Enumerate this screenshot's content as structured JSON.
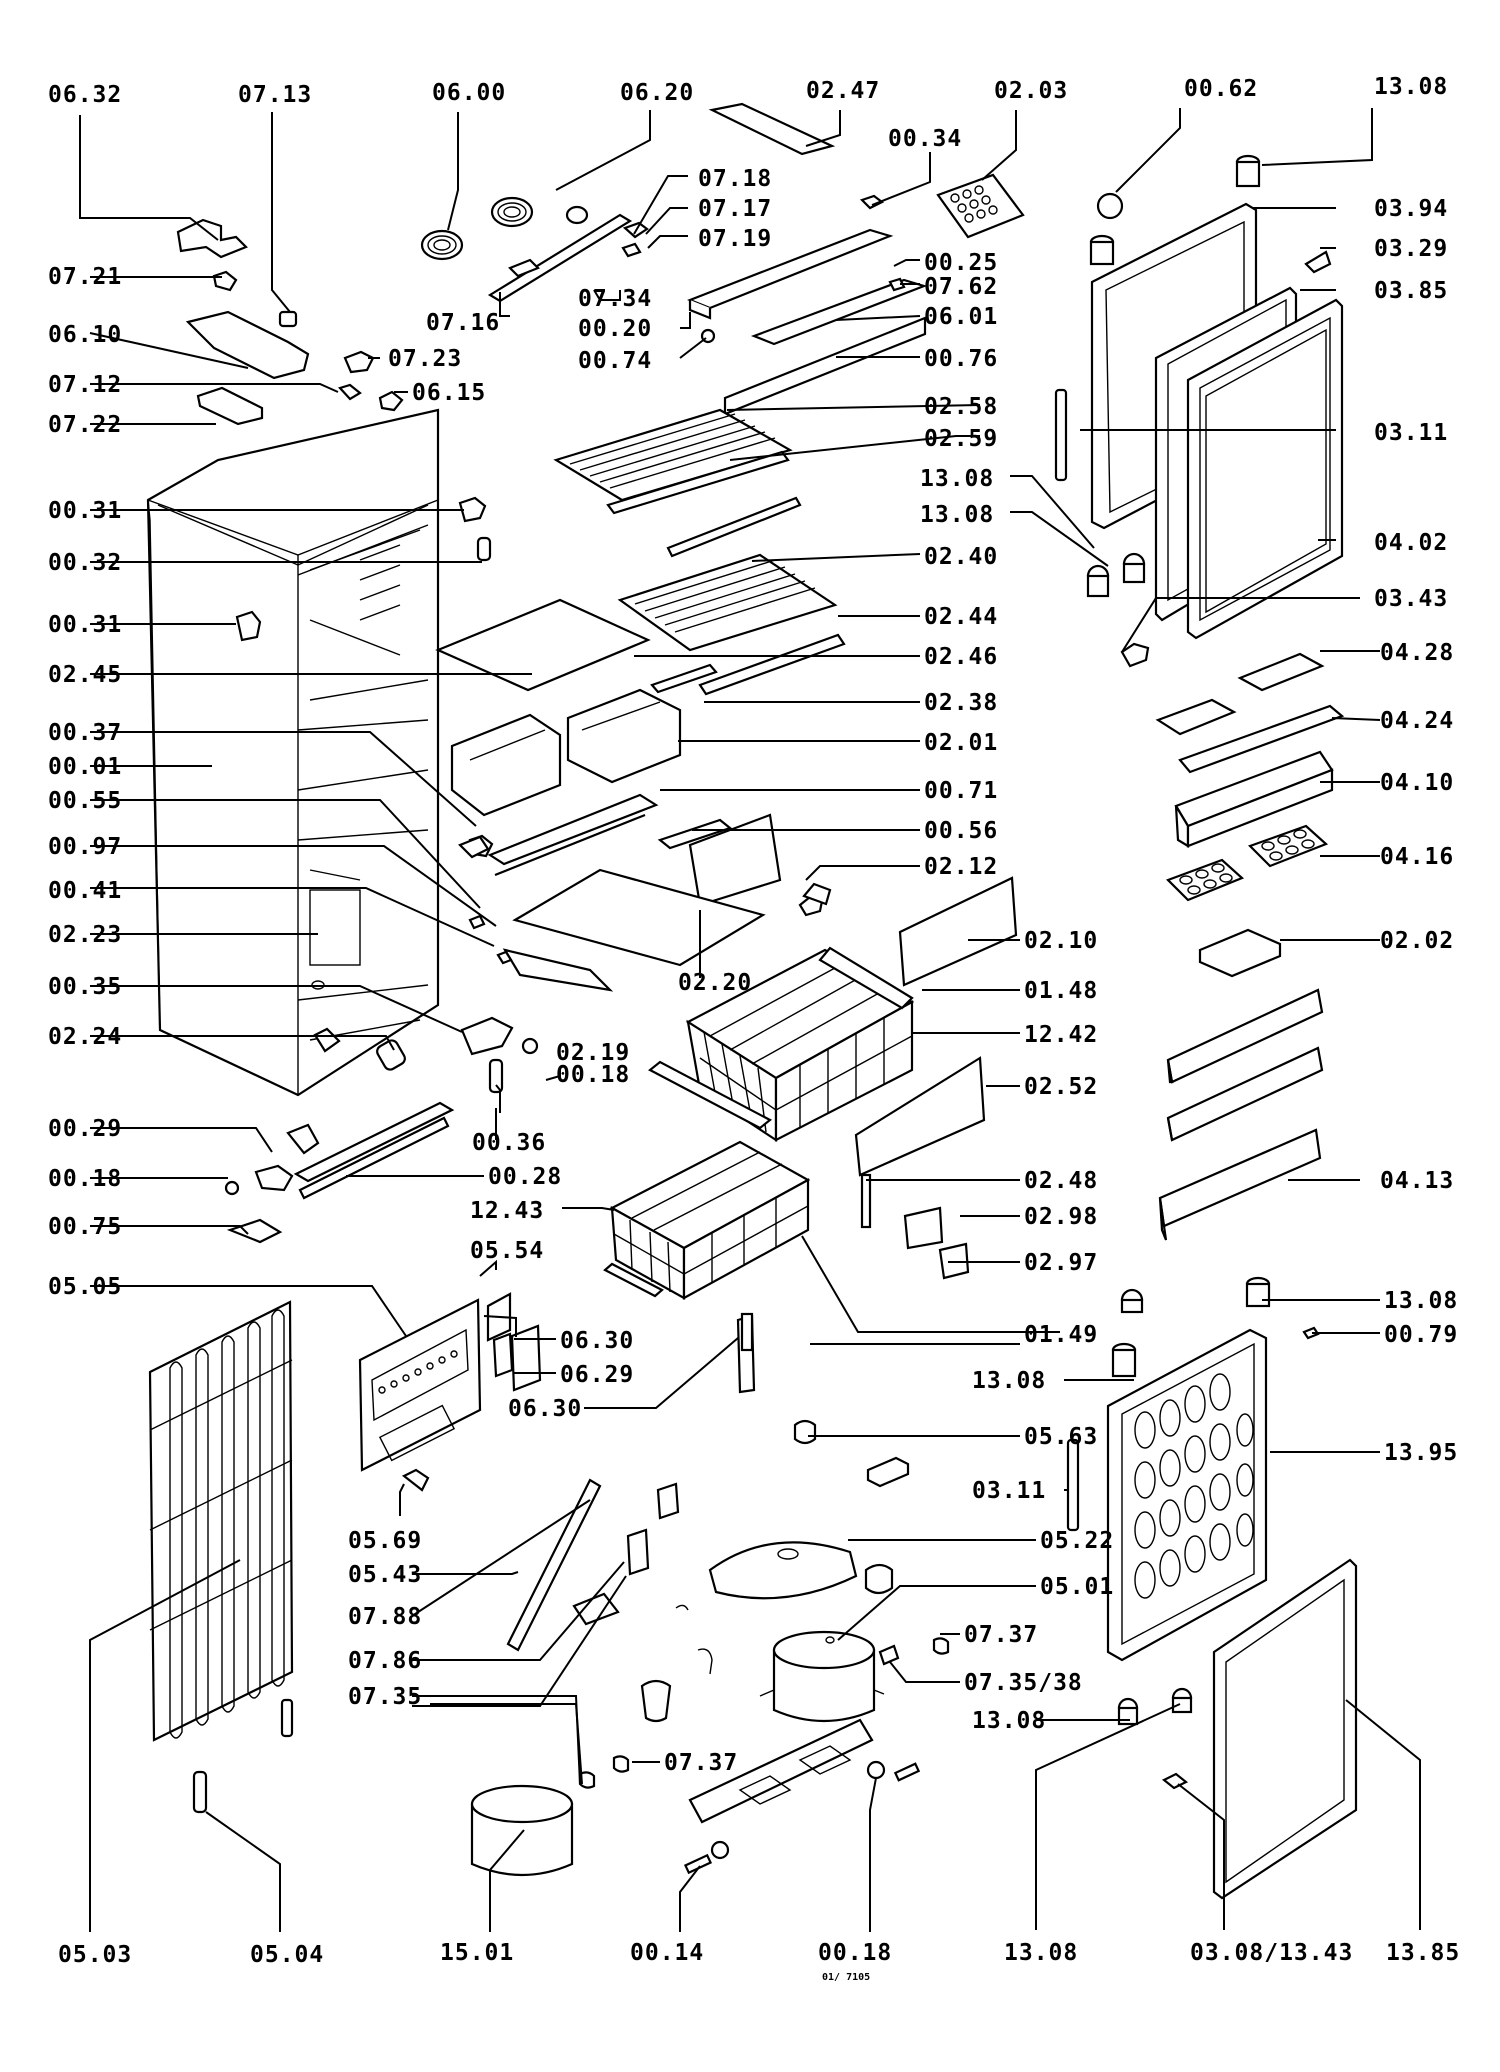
{
  "labels": {
    "l0632": "06.32",
    "l0713": "07.13",
    "l0600": "06.00",
    "l0620": "06.20",
    "l0247": "02.47",
    "l0203": "02.03",
    "l0062": "00.62",
    "l1308a": "13.08",
    "l0034": "00.34",
    "l0718": "07.18",
    "l0717": "07.17",
    "l0719": "07.19",
    "l0394": "03.94",
    "l0329": "03.29",
    "l0385": "03.85",
    "l0721": "07.21",
    "l0025": "00.25",
    "l0762": "07.62",
    "l0734": "07.34",
    "l0716": "07.16",
    "l0020": "00.20",
    "l0601": "06.01",
    "l0610": "06.10",
    "l0074": "00.74",
    "l0723": "07.23",
    "l0076": "00.76",
    "l0712": "07.12",
    "l0615": "06.15",
    "l0722": "07.22",
    "l0258": "02.58",
    "l0259": "02.59",
    "l0311a": "03.11",
    "l1308b": "13.08",
    "l1308c": "13.08",
    "l0031a": "00.31",
    "l0032": "00.32",
    "l0240": "02.40",
    "l0402": "04.02",
    "l0031b": "00.31",
    "l0244": "02.44",
    "l0343": "03.43",
    "l0246": "02.46",
    "l0245": "02.45",
    "l0428": "04.28",
    "l0238": "02.38",
    "l0424": "04.24",
    "l0037": "00.37",
    "l0201": "02.01",
    "l0001": "00.01",
    "l0410": "04.10",
    "l0071": "00.71",
    "l0055": "00.55",
    "l0056": "00.56",
    "l0416": "04.16",
    "l0097": "00.97",
    "l0212": "02.12",
    "l0041": "00.41",
    "l0223": "02.23",
    "l0210": "02.10",
    "l0202": "02.02",
    "l0220": "02.20",
    "l0035": "00.35",
    "l0148": "01.48",
    "l1242": "12.42",
    "l0224": "02.24",
    "l0219": "02.19",
    "l0018a": "00.18",
    "l0252": "02.52",
    "l0029": "00.29",
    "l0036": "00.36",
    "l0018b": "00.18",
    "l0028": "00.28",
    "l0248": "02.48",
    "l0413": "04.13",
    "l1243": "12.43",
    "l0298": "02.98",
    "l0075": "00.75",
    "l0297": "02.97",
    "l0554": "05.54",
    "l0505": "05.05",
    "l1308d": "13.08",
    "l0149": "01.49",
    "l0079": "00.79",
    "l0630a": "06.30",
    "l0629": "06.29",
    "l0630b": "06.30",
    "l1308e": "13.08",
    "l0563": "05.63",
    "l1395": "13.95",
    "l0311b": "03.11",
    "l0522": "05.22",
    "l0569": "05.69",
    "l0543": "05.43",
    "l0501": "05.01",
    "l0788": "07.88",
    "l0737a": "07.37",
    "l0786": "07.86",
    "l07358": "07.35/38",
    "l0735": "07.35",
    "l1308f": "13.08",
    "l0737b": "07.37",
    "l0503": "05.03",
    "l0504": "05.04",
    "l1501": "15.01",
    "l0014": "00.14",
    "l0018c": "00.18",
    "l1308g": "13.08",
    "l0308": "03.08/13.43",
    "l1385": "13.85"
  },
  "footer_code": "01/ 7105"
}
